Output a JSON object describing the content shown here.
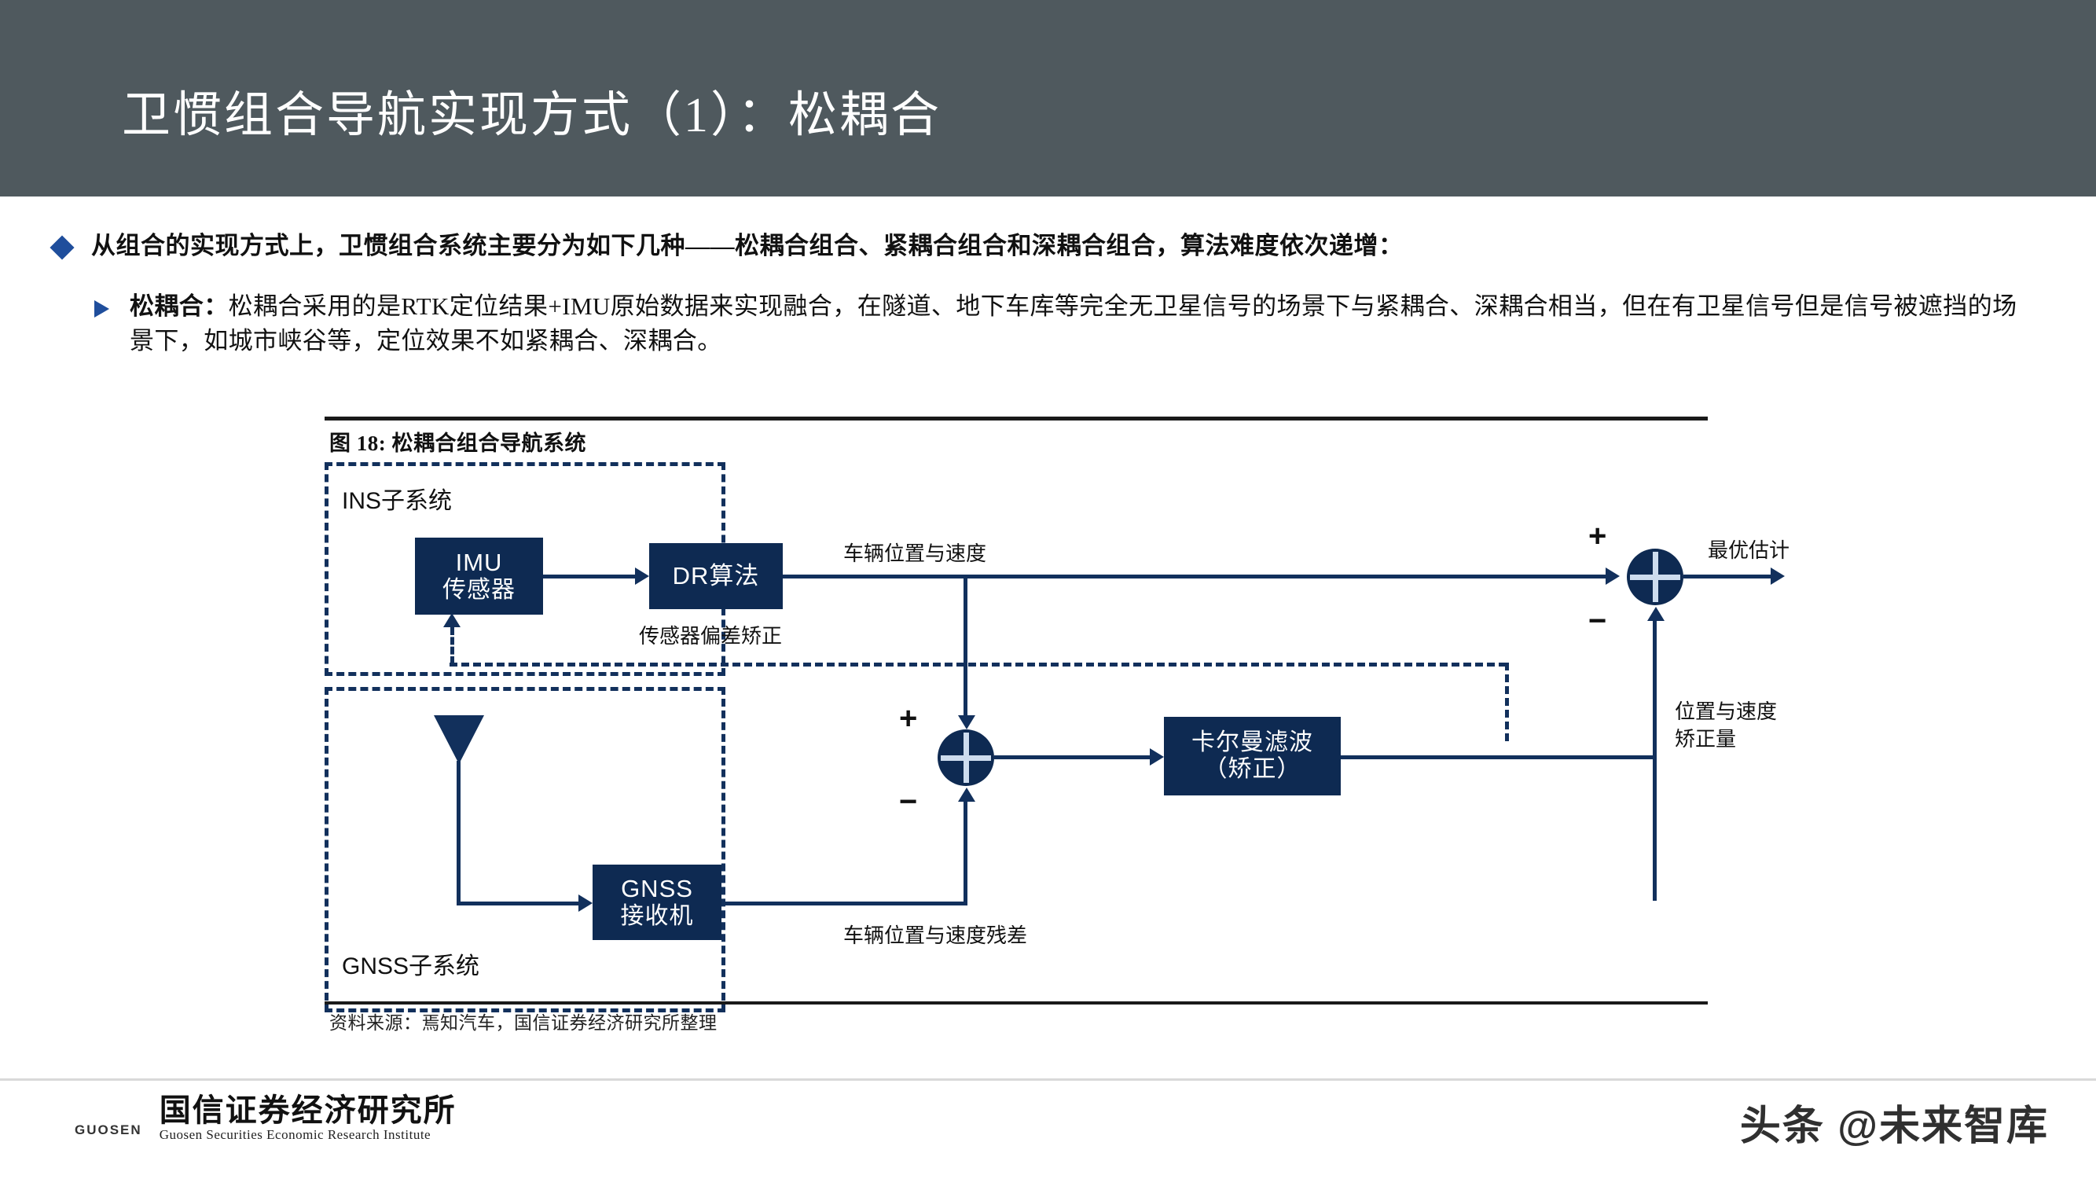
{
  "header": {
    "title": "卫惯组合导航实现方式（1）：松耦合",
    "bg_color": "#4f595e"
  },
  "content": {
    "bullet_primary": "从组合的实现方式上，卫惯组合系统主要分为如下几种——松耦合组合、紧耦合组合和深耦合组合，算法难度依次递增：",
    "bullet_secondary_lead": "松耦合：",
    "bullet_secondary_body": "松耦合采用的是RTK定位结果+IMU原始数据来实现融合，在隧道、地下车库等完全无卫星信号的场景下与紧耦合、深耦合相当，但在有卫星信号但是信号被遮挡的场景下，如城市峡谷等，定位效果不如紧耦合、深耦合。",
    "bullet_marker_color": "#1f4e9c"
  },
  "figure": {
    "caption": "图 18: 松耦合组合导航系统",
    "source": "资料来源：焉知汽车，国信证券经济研究所整理",
    "accent_color": "#0e2a52",
    "diagram": {
      "subsystems": [
        {
          "name": "ins",
          "label": "INS子系统"
        },
        {
          "name": "gnss",
          "label": "GNSS子系统"
        }
      ],
      "blocks": [
        {
          "name": "imu-sensor",
          "line1": "IMU",
          "line2": "传感器"
        },
        {
          "name": "dr-algorithm",
          "line1": "DR算法",
          "line2": ""
        },
        {
          "name": "gnss-receiver",
          "line1": "GNSS",
          "line2": "接收机"
        },
        {
          "name": "kalman-filter",
          "line1": "卡尔曼滤波",
          "line2": "（矫正）"
        }
      ],
      "signal_labels": {
        "sensor_bias": "传感器偏差矫正",
        "vehicle_pos_vel": "车辆位置与速度",
        "vehicle_pos_vel_residual": "车辆位置与速度残差",
        "optimal_estimate": "最优估计",
        "pos_vel_correction": "位置与速度\n矫正量",
        "pos_vel_correction_l1": "位置与速度",
        "pos_vel_correction_l2": "矫正量"
      },
      "signs": {
        "plus": "+",
        "minus": "−"
      }
    }
  },
  "footer": {
    "logo_mark": "GUOSEN",
    "logo_cn": "国信证券经济研究所",
    "logo_en": "Guosen Securities Economic Research Institute",
    "watermark": "头条 @未来智库"
  }
}
